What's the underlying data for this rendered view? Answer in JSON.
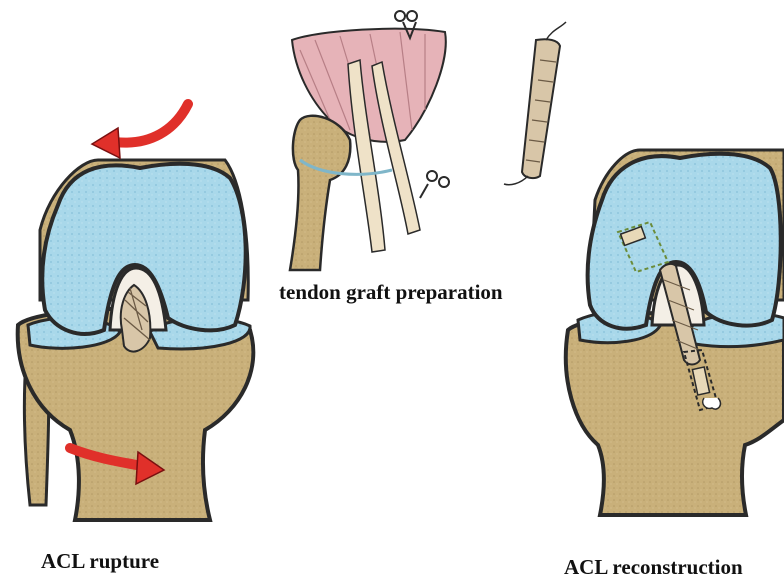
{
  "labels": {
    "rupture": "ACL rupture",
    "graft": "tendon graft preparation",
    "reconstruction": "ACL reconstruction"
  },
  "colors": {
    "cartilage": "#a9d8ea",
    "bone": "#c9b07a",
    "ligament": "#d8c6a8",
    "muscle": "#e6b3b8",
    "arrow": "#e0302a",
    "outline": "#2a2a2a"
  }
}
